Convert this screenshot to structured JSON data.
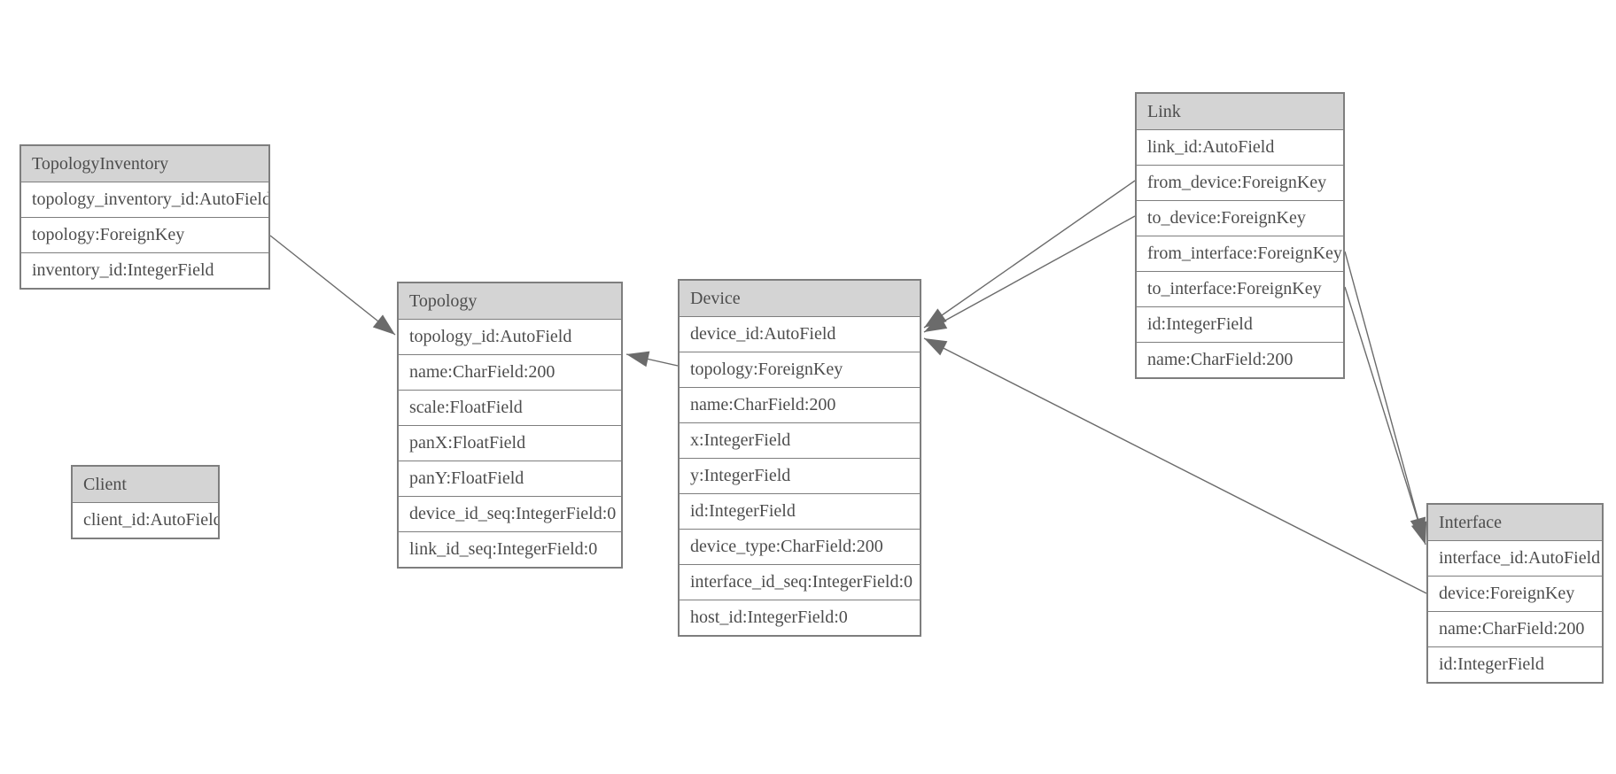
{
  "diagram": {
    "type": "entity-relationship-schema",
    "background_color": "#ffffff",
    "header_fill_color": "#d4d4d4",
    "border_color": "#7e7e7e",
    "text_color": "#4d4d4d",
    "edge_color": "#6b6b6b"
  },
  "entities": [
    {
      "name": "TopologyInventory",
      "fields": [
        "topology_inventory_id:AutoField",
        "topology:ForeignKey",
        "inventory_id:IntegerField"
      ]
    },
    {
      "name": "Topology",
      "fields": [
        "topology_id:AutoField",
        "name:CharField:200",
        "scale:FloatField",
        "panX:FloatField",
        "panY:FloatField",
        "device_id_seq:IntegerField:0",
        "link_id_seq:IntegerField:0"
      ]
    },
    {
      "name": "Client",
      "fields": [
        "client_id:AutoField"
      ]
    },
    {
      "name": "Device",
      "fields": [
        "device_id:AutoField",
        "topology:ForeignKey",
        "name:CharField:200",
        "x:IntegerField",
        "y:IntegerField",
        "id:IntegerField",
        "device_type:CharField:200",
        "interface_id_seq:IntegerField:0",
        "host_id:IntegerField:0"
      ]
    },
    {
      "name": "Link",
      "fields": [
        "link_id:AutoField",
        "from_device:ForeignKey",
        "to_device:ForeignKey",
        "from_interface:ForeignKey",
        "to_interface:ForeignKey",
        "id:IntegerField",
        "name:CharField:200"
      ]
    },
    {
      "name": "Interface",
      "fields": [
        "interface_id:AutoField",
        "device:ForeignKey",
        "name:CharField:200",
        "id:IntegerField"
      ]
    }
  ],
  "relationships": [
    {
      "from": "TopologyInventory.topology",
      "to": "Topology"
    },
    {
      "from": "Device.topology",
      "to": "Topology"
    },
    {
      "from": "Link.from_device",
      "to": "Device"
    },
    {
      "from": "Link.to_device",
      "to": "Device"
    },
    {
      "from": "Link.from_interface",
      "to": "Interface"
    },
    {
      "from": "Link.to_interface",
      "to": "Interface"
    },
    {
      "from": "Interface.device",
      "to": "Device"
    }
  ]
}
